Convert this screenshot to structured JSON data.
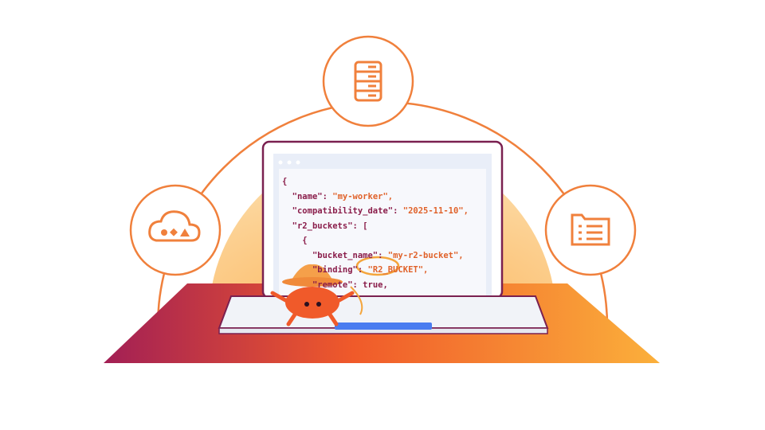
{
  "icons": [
    "database-icon",
    "cloud-shapes-icon",
    "file-list-icon"
  ],
  "code": {
    "open_brace": "{",
    "name_key": "\"name\"",
    "name_val": "\"my-worker\",",
    "date_key": "\"compatibility_date\"",
    "date_val": "\"2025-11-10\",",
    "buckets_key": "\"r2_buckets\"",
    "buckets_open": "[",
    "inner_brace": "{",
    "bucket_key": "\"bucket_name\"",
    "bucket_val": "\"my-r2-bucket\",",
    "binding_key": "\"binding\"",
    "binding_val": "\"R2_BUCKET\",",
    "remote_key": "\"remote\"",
    "remote_val": "true,"
  },
  "colors": {
    "orange": "#f0803c",
    "maroon": "#7a2050",
    "screen": "#e9eef8"
  }
}
